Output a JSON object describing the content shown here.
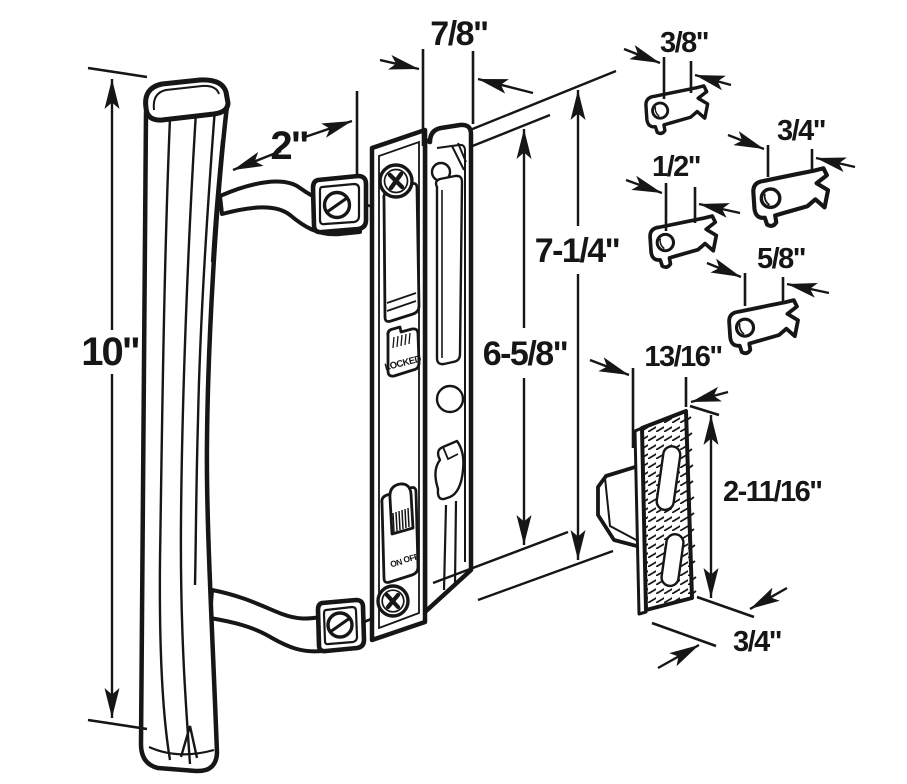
{
  "figure": {
    "type": "technical-line-drawing",
    "subject": "Sliding patio door handle set with flush hook latch, keeper hooks and strike plate",
    "line_color": "#161616",
    "background": "#ffffff"
  },
  "dims": {
    "handle_length": "10\"",
    "handle_offset": "2\"",
    "faceplate_depth": "7/8\"",
    "overall_length": "7-1/4\"",
    "faceplate_length": "6-5/8\"",
    "keeper_a": "3/8\"",
    "keeper_b": "3/4\"",
    "keeper_c": "1/2\"",
    "keeper_d": "5/8\"",
    "strike_width": "13/16\"",
    "strike_length": "2-11/16\"",
    "strike_depth": "3/4\""
  },
  "labels": {
    "locked": "LOCKED",
    "on": "ON",
    "off": "OFF"
  }
}
